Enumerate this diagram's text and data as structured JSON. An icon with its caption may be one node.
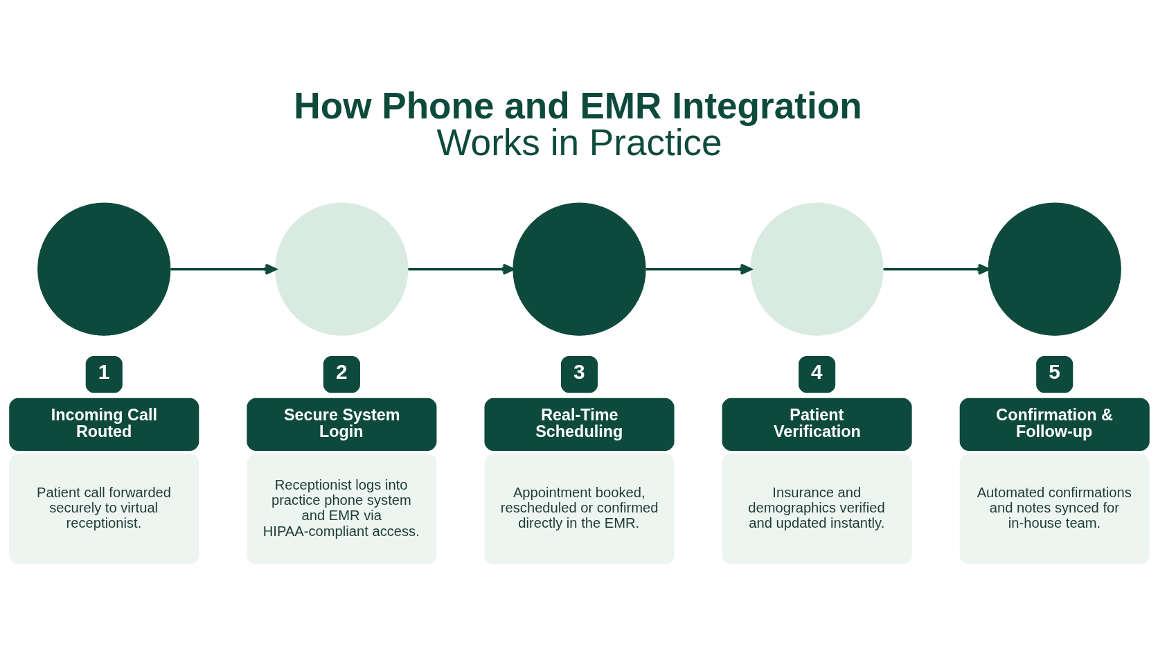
{
  "diagram": {
    "title": "How Phone and EMR Integration Works in Practice",
    "nodes": [
      {
        "text": [],
        "shape": "circle"
      },
      {
        "text": [
          "1",
          "Incoming Call Routed",
          "Patient call forwarded securely to virtual receptionist."
        ]
      },
      {
        "text": [],
        "shape": "circle"
      },
      {
        "text": [
          "2",
          "Secure System Login",
          "Receptionist logs into practice phone system and EMR via HIPAA-compliant access."
        ]
      },
      {
        "text": [],
        "shape": "circle"
      },
      {
        "text": [
          "3",
          "Real-Time Scheduling",
          "Appointment booked, rescheduled or confirmed directly in the EMR."
        ]
      },
      {
        "text": [],
        "shape": "circle"
      },
      {
        "text": [
          "4",
          "Patient Verification",
          "Insurance and demographics verified and updated instantly."
        ]
      },
      {
        "text": [],
        "shape": "circle"
      },
      {
        "text": [
          "5",
          "Confirmation & Follow-up",
          "Automated confirmations and notes synced for in-house team."
        ]
      }
    ],
    "edges": [
      {
        "from": 0,
        "to": 2,
        "arrow": "to"
      },
      {
        "from": 2,
        "to": 4,
        "arrow": "to"
      },
      {
        "from": 4,
        "to": 6,
        "arrow": "to"
      },
      {
        "from": 6,
        "to": 8,
        "arrow": "to"
      }
    ]
  }
}
